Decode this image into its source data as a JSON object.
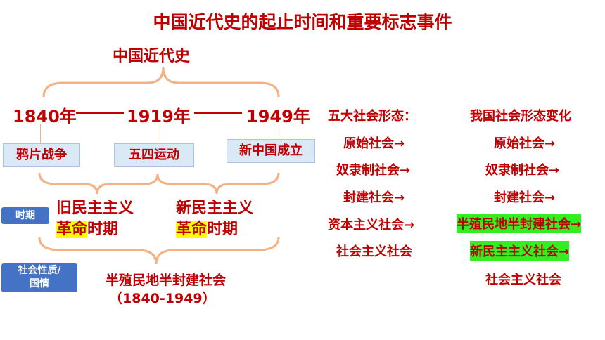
{
  "title": "中国近代史的起止时间和重要标志事件",
  "subtitle": "中国近代史",
  "years": [
    "1840年",
    "1919年",
    "1949年"
  ],
  "events": [
    "鸦片战争",
    "五四运动",
    "新中国成立"
  ],
  "periods": {
    "old": {
      "line1": "旧民主主义",
      "hl": "革命",
      "rest": "时期"
    },
    "new": {
      "line1": "新民主主义",
      "hl": "革命",
      "rest": "时期"
    }
  },
  "tags": {
    "period": "时期",
    "nature_line1": "社会性质/",
    "nature_line2": "国情"
  },
  "nature": {
    "text": "半殖民地半封建社会",
    "range": "（1840-1949）"
  },
  "five_forms": {
    "heading": "五大社会形态：",
    "items": [
      "原始社会→",
      "奴隶制社会→",
      "封建社会→",
      "资本主义社会→",
      "社会主义社会"
    ]
  },
  "china_forms": {
    "heading": "我国社会形态变化",
    "items": [
      "原始社会→",
      "奴隶制社会→",
      "封建社会→",
      "半殖民地半封建社会→",
      "新民主主义社会→",
      "社会主义社会"
    ]
  },
  "colors": {
    "accent": "#c00000",
    "event_box": "#dbe9f7",
    "tag": "#4472c4",
    "highlight_yellow": "#ffff00",
    "highlight_green": "#33ee22",
    "brace": "#f4b183"
  }
}
